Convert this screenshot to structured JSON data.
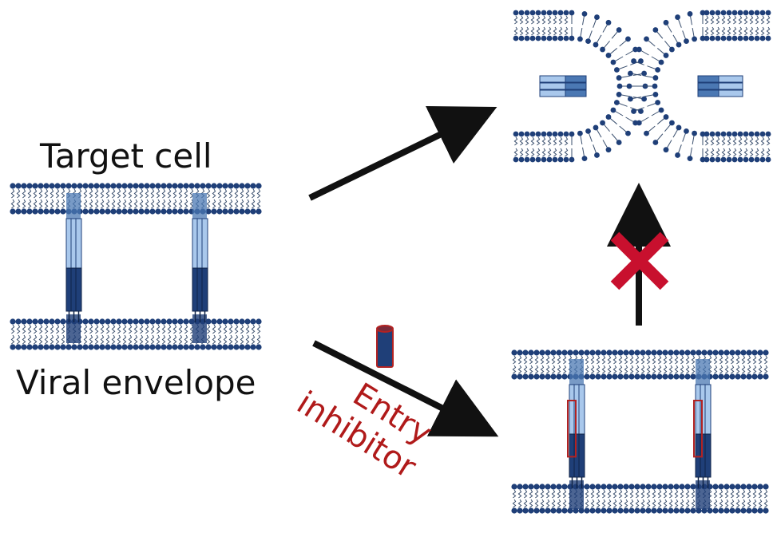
{
  "labels": {
    "target_cell": "Target cell",
    "viral_envelope": "Viral envelope",
    "entry": "Entry",
    "inhibitor": "inhibitor"
  },
  "colors": {
    "head": "#1f3f78",
    "tail": "#3a4f6e",
    "protein_light": "#a9c8ec",
    "protein_mid": "#4b78b3",
    "protein_dark": "#1f3f78",
    "inhibitor_outline": "#b22222",
    "inhibitor_text": "#b01a1a",
    "arrow": "#111111",
    "cross": "#c8102e"
  },
  "icons": {
    "block": "cross-icon"
  }
}
